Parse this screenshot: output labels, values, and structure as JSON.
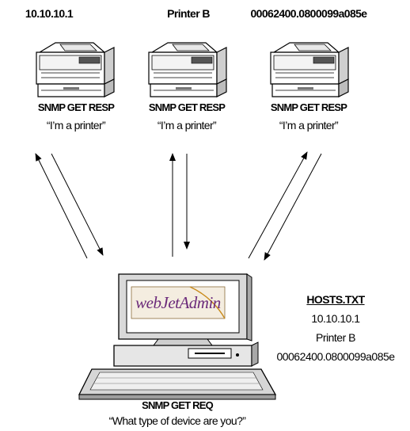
{
  "printers": [
    {
      "id_label": "10.10.10.1",
      "response": "SNMP GET RESP",
      "reply": "“I’m a printer”"
    },
    {
      "id_label": "Printer B",
      "response": "SNMP GET RESP",
      "reply": "“I’m a printer”"
    },
    {
      "id_label": "00062400.0800099a085e",
      "response": "SNMP GET RESP",
      "reply": "“I’m a printer”"
    }
  ],
  "computer": {
    "screen_logo": "webJetAdmin",
    "request_title": "SNMP GET REQ",
    "request_text": "“What type of device are you?”"
  },
  "hosts_file": {
    "title": "HOSTS.TXT",
    "entries": [
      "10.10.10.1",
      "Printer B",
      "00062400.0800099a085e"
    ]
  },
  "colors": {
    "ink": "#000000",
    "logo_text": "#6b2a7a",
    "logo_accent": "#c98a1a"
  }
}
